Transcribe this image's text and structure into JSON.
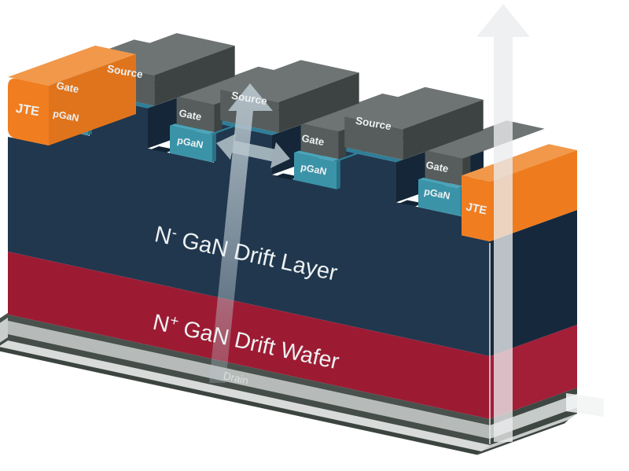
{
  "figure": {
    "kind": "3d-semiconductor-device-diagram",
    "device": "Vertical GaN transistor cross-section"
  },
  "labels": {
    "jte_left": "JTE",
    "jte_right": "JTE",
    "gates": [
      "Gate",
      "Gate",
      "Gate",
      "Gate"
    ],
    "pgan": [
      "pGaN",
      "pGaN",
      "pGaN",
      "pGaN"
    ],
    "sources": [
      "Source",
      "Source",
      "Source"
    ],
    "drift_layer": {
      "pre": "N",
      "sup": "-",
      "post": " GaN Drift Layer"
    },
    "drift_wafer": {
      "pre": "N",
      "sup": "+",
      "post": " GaN Drift Wafer"
    },
    "drain": "Drain"
  },
  "palette": {
    "drift_front": "#20374e",
    "drift_side": "#16293c",
    "fin_side": "#142637",
    "fin_top": "#2f7e98",
    "trench": "#122434",
    "pgan_front": "#3b93a8",
    "pgan_top": "#4aa5ba",
    "pgan_side": "#2b7186",
    "pgan_strip": "#2f7e98",
    "metal_front": "#575d5c",
    "metal_top": "#6e7473",
    "metal_side": "#3d4342",
    "jte_front": "#f07d20",
    "jte_top": "#f2984a",
    "jte_side_left": "#e0741c",
    "jte_side_right": "#ee7c1e",
    "wafer_front": "#9c1b33",
    "wafer_side": "#a31e37",
    "contact_dark_a": "#49514d",
    "contact_dark_b": "#454d48",
    "contact_dark_side": "#3f4742",
    "drain_front": "#b6bab9",
    "drain_side": "#c6cac9",
    "base_top": "#d8dbda",
    "base_side": "#c7cbca",
    "base_dark": "#3c443f",
    "base_wedge_light": "#c9cdcc",
    "base_wedge_dark": "#414944",
    "edge_highlight": "#e6e9e9",
    "arrow_current": "#b7c5cd",
    "arrow_axis": "#eaeced",
    "arrow_bar": "#f3f5f5",
    "label_text": "#eef1f2",
    "drain_text": "#dde0e0"
  }
}
